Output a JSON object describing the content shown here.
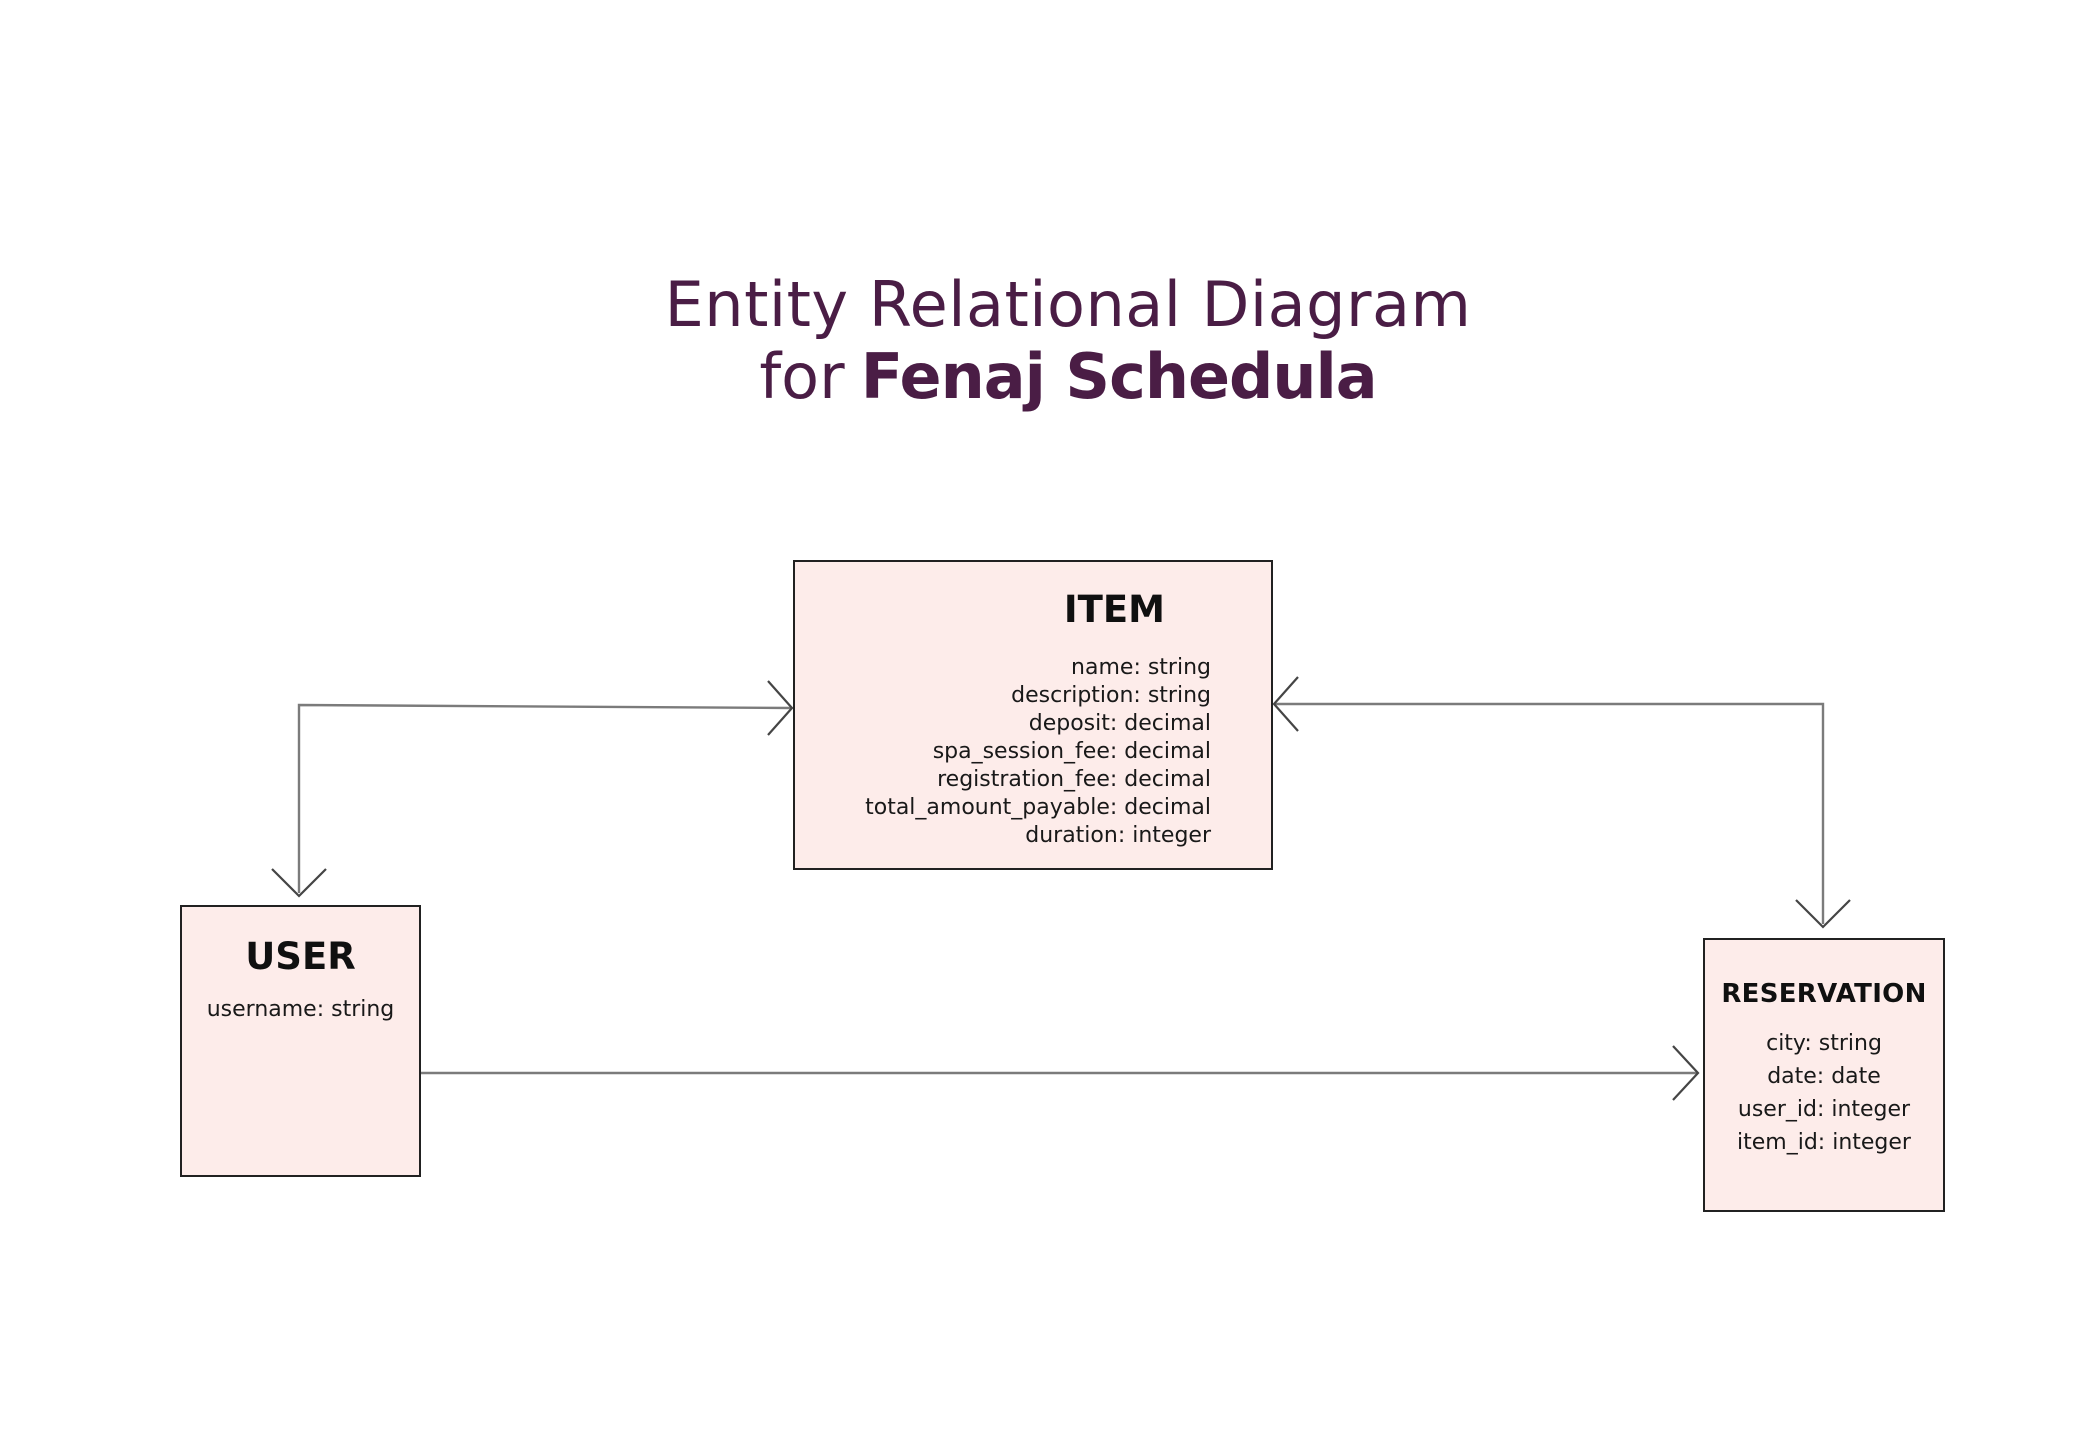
{
  "page": {
    "background": "#ffffff"
  },
  "title": {
    "line1": "Entity Relational Diagram",
    "line2_prefix": "for",
    "line2_name": "Fenaj Schedula",
    "color": "#4a1d45"
  },
  "entities": {
    "item": {
      "title": "ITEM",
      "attributes": [
        "name: string",
        "description: string",
        "deposit: decimal",
        "spa_session_fee: decimal",
        "registration_fee: decimal",
        "total_amount_payable: decimal",
        "duration: integer"
      ]
    },
    "user": {
      "title": "USER",
      "attributes": [
        "username: string"
      ]
    },
    "reservation": {
      "title": "RESERVATION",
      "attributes": [
        "city: string",
        "date: date",
        "user_id: integer",
        "item_id: integer"
      ]
    }
  },
  "relationships": [
    {
      "between": [
        "user",
        "item"
      ],
      "arrow_into": [
        "item",
        "user"
      ],
      "shape": "elbow"
    },
    {
      "between": [
        "item",
        "reservation"
      ],
      "arrow_into": [
        "item",
        "reservation"
      ],
      "shape": "elbow"
    },
    {
      "between": [
        "user",
        "reservation"
      ],
      "arrow_into": [
        "reservation"
      ],
      "shape": "straight"
    }
  ],
  "colors": {
    "title_text": "#4a1d45",
    "entity_fill": "#fdecea",
    "entity_border": "#212121",
    "attribute_text": "#191919",
    "connector_line": "#7b7b7b",
    "connector_arrowhead": "#454545"
  }
}
